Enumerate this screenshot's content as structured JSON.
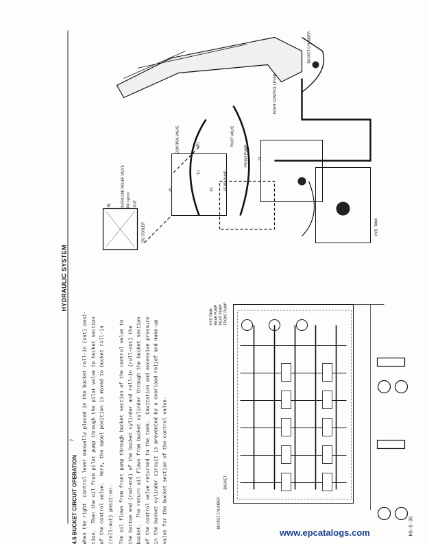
{
  "header": {
    "page_code": "HS-S-35",
    "title": "HYDRAULIC SYSTEM",
    "page_mark": "7"
  },
  "section": {
    "title": "4.5 BUCKET CIRCUIT OPERATION",
    "paragraph_1_lines": [
      "When the right  control lever manually placed in the bucket roll-in (out) posi-",
      "tion.  Then the oil from pilot pump through the pilot valve to bucket section",
      "of the control valve.  Here, the spool position is moved to bucket roll-in",
      "(roll-out) posit-on."
    ],
    "paragraph_2_lines": [
      "The oil flows from front pump through bucket section of the control valve to",
      "the bottom end (rod-end) of the bucket cylinder and roll-in (roll-out) the",
      "bucket.  The return oil flows from bucket cylinder through the bucket section",
      "of the control valve returned to the tank.  Cavitation and excessive pressure",
      "in the bucket cylinder circuit is prevented by a overload relief and make-up",
      "valve for the bucket section of the control valve."
    ]
  },
  "illustration_labels": {
    "bucket_cylinder": "BUCKET CYLINDER",
    "right_control_lever": "RIGHT CONTROL LEVER",
    "pilot_valve": "PILOT VALVE",
    "control_valve": "CONTROL VALVE",
    "overload_relief_valve": "OVERLOAD RELIEF VALVE",
    "relief_setting": "300 kg/cm²",
    "oil_cooler": "OIL COOLER",
    "in": "IN",
    "out": "OUT",
    "front_pump": "FRONT PUMP",
    "rear_pump": "REAR PUMP",
    "hyd_tank": "HYD. TANK",
    "port_r": "(R)",
    "port_l": "(L)",
    "t3": "T3",
    "p1": "P1",
    "p2": "P2"
  },
  "schematic_labels": {
    "bucket_cylinder": "BUCKET CYLINDER",
    "bucket": "BUCKET",
    "front_pump": "FRONT PUMP",
    "pilot_pump": "PILOT PUMP",
    "rear_pump": "REAR PUMP",
    "hyd_tank": "HYD TANK"
  },
  "watermark": "www.epcatalogs.com"
}
